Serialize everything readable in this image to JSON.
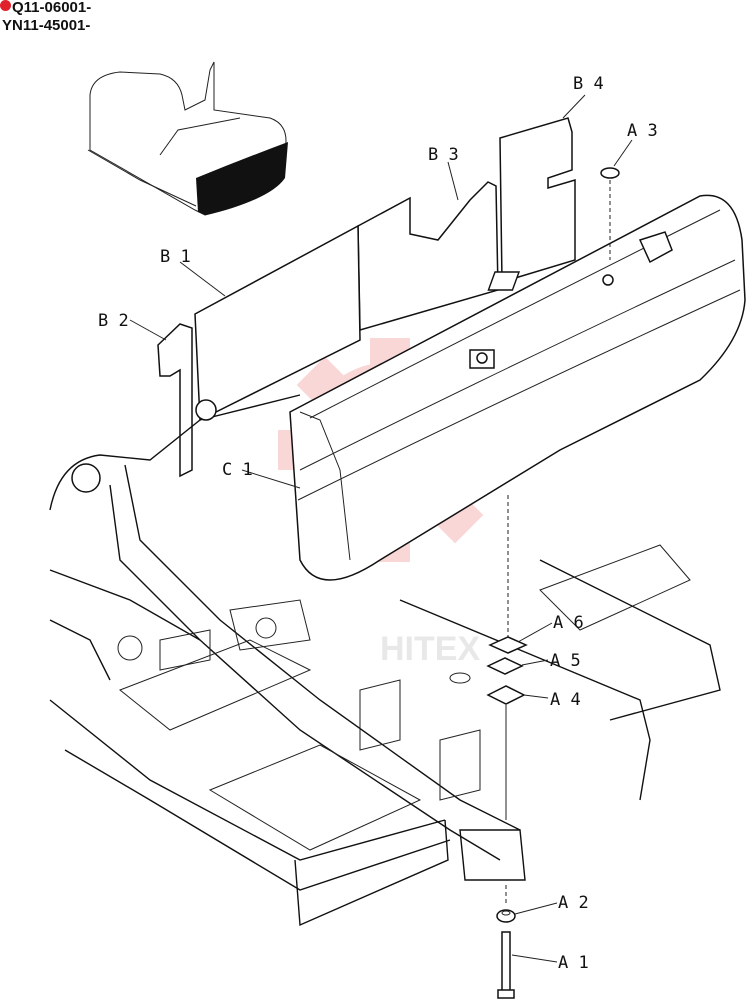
{
  "header": {
    "serial_1": "Q11-06001-",
    "serial_2": "YN11-45001-"
  },
  "colors": {
    "marker": "#e0202a",
    "watermark": "#f7b7b7",
    "line": "#111111"
  },
  "watermark": {
    "text": "HITEX",
    "icon": "gear-logo-icon"
  },
  "callouts": {
    "b4": "B 4",
    "a3": "A 3",
    "b3": "B 3",
    "b1": "B 1",
    "b2": "B 2",
    "c1": "C 1",
    "a6": "A 6",
    "a5": "A 5",
    "a4": "A 4",
    "a2": "A 2",
    "a1": "A 1"
  }
}
